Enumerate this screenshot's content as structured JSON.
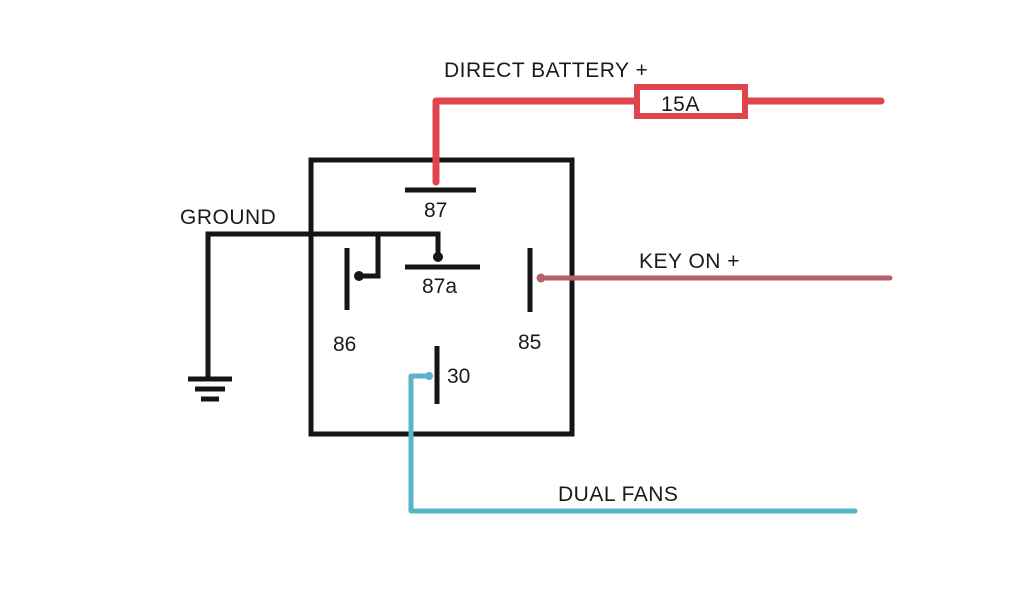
{
  "diagram": {
    "title": "Relay wiring diagram",
    "labels": {
      "direct_battery": "DIRECT BATTERY +",
      "fuse": "15A",
      "ground": "GROUND",
      "key_on": "KEY ON +",
      "dual_fans": "DUAL FANS"
    },
    "pins": {
      "p87": "87",
      "p87a": "87a",
      "p86": "86",
      "p85": "85",
      "p30": "30"
    },
    "colors": {
      "battery_wire": "#e0454d",
      "key_on_wire": "#b5606b",
      "fans_wire": "#5ab3c9",
      "relay_outline": "#151515"
    },
    "connections": [
      {
        "from": "DIRECT BATTERY +",
        "via": "15A fuse",
        "to": "87"
      },
      {
        "from": "GROUND",
        "to": "86"
      },
      {
        "from": "GROUND",
        "to": "87a"
      },
      {
        "from": "KEY ON +",
        "to": "85"
      },
      {
        "from": "30",
        "to": "DUAL FANS"
      }
    ]
  }
}
